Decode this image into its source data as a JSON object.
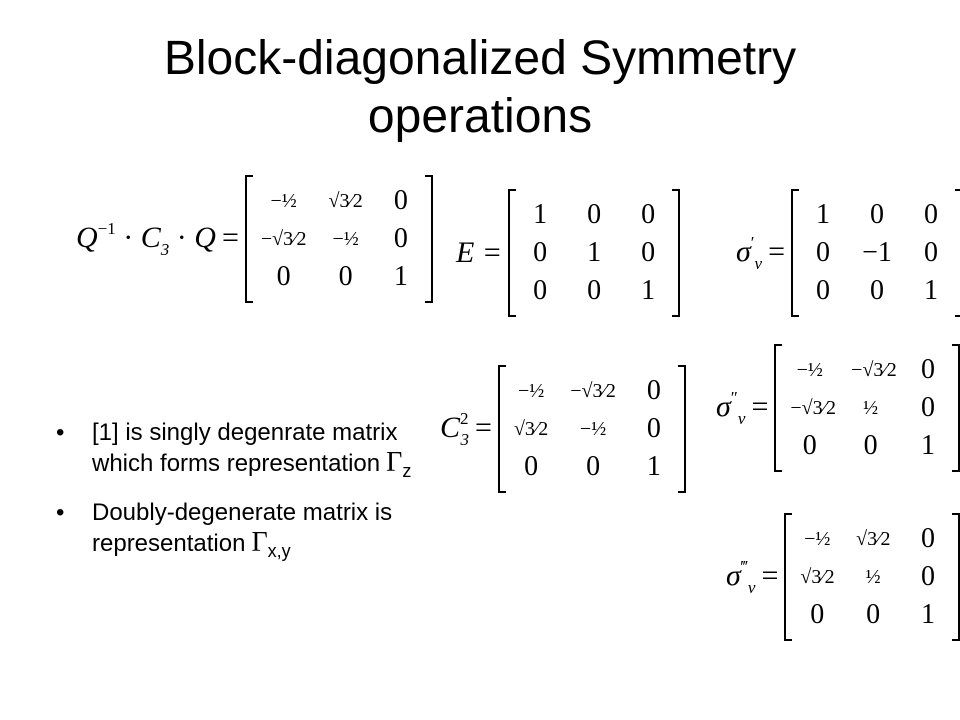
{
  "title": {
    "line1": "Block-diagonalized Symmetry",
    "line2": "operations"
  },
  "matrices": {
    "qc3q": {
      "lhs": {
        "q": "Q",
        "inv": "−1",
        "dot1": " · ",
        "c": "C",
        "csub": "3",
        "dot2": " · ",
        "q2": "Q",
        "eq": "="
      },
      "rows": [
        [
          "−½",
          "√3⁄2",
          "0"
        ],
        [
          "−√3⁄2",
          "−½",
          "0"
        ],
        [
          "0",
          "0",
          "1"
        ]
      ]
    },
    "e": {
      "lhs": "E =",
      "rows": [
        [
          "1",
          "0",
          "0"
        ],
        [
          "0",
          "1",
          "0"
        ],
        [
          "0",
          "0",
          "1"
        ]
      ]
    },
    "sigma_v_prime": {
      "lhs": "σ",
      "sub": "v",
      "prime": "′",
      "eq": "=",
      "rows": [
        [
          "1",
          "0",
          "0"
        ],
        [
          "0",
          "−1",
          "0"
        ],
        [
          "0",
          "0",
          "1"
        ]
      ]
    },
    "c3sq": {
      "lhs": "C",
      "sup": "2",
      "sub": "3",
      "eq": "=",
      "rows": [
        [
          "−½",
          "−√3⁄2",
          "0"
        ],
        [
          "√3⁄2",
          "−½",
          "0"
        ],
        [
          "0",
          "0",
          "1"
        ]
      ]
    },
    "sigma_v_dprime": {
      "lhs": "σ",
      "sub": "v",
      "prime": "″",
      "eq": "=",
      "rows": [
        [
          "−½",
          "−√3⁄2",
          "0"
        ],
        [
          "−√3⁄2",
          "½",
          "0"
        ],
        [
          "0",
          "0",
          "1"
        ]
      ]
    },
    "sigma_v_tprime": {
      "lhs": "σ",
      "sub": "v",
      "prime": "‴",
      "eq": "=",
      "rows": [
        [
          "−½",
          "√3⁄2",
          "0"
        ],
        [
          "√3⁄2",
          "½",
          "0"
        ],
        [
          "0",
          "0",
          "1"
        ]
      ]
    }
  },
  "bullets": [
    {
      "dot": "•",
      "text": "[1] is singly degenrate matrix which forms representation",
      "symbol": "Γ",
      "sub": "z"
    },
    {
      "dot": "•",
      "text": "Doubly-degenerate matrix is representation",
      "symbol": "Γ",
      "sub": "x,y"
    }
  ]
}
